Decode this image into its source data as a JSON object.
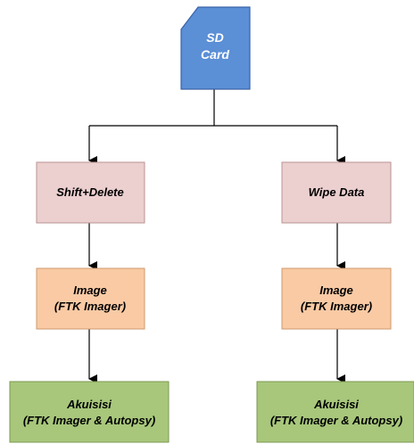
{
  "colors": {
    "sd_fill": "#5b8fd6",
    "sd_stroke": "#3a63a8",
    "process_fill": "#eccfcf",
    "process_stroke": "#b89393",
    "image_fill": "#f9caa4",
    "image_stroke": "#cf9a6c",
    "acq_fill": "#a8c77b",
    "acq_stroke": "#7d9a52",
    "connector": "#000000"
  },
  "nodes": {
    "sd_card": {
      "line1": "SD",
      "line2": "Card"
    },
    "left_process": {
      "label": "Shift+Delete"
    },
    "right_process": {
      "label": "Wipe Data"
    },
    "left_image": {
      "line1": "Image",
      "line2": "(FTK Imager)"
    },
    "right_image": {
      "line1": "Image",
      "line2": "(FTK Imager)"
    },
    "left_acquisition": {
      "line1": "Akuisisi",
      "line2": "(FTK Imager & Autopsy)"
    },
    "right_acquisition": {
      "line1": "Akuisisi",
      "line2": "(FTK Imager & Autopsy)"
    }
  },
  "edges": [
    {
      "from": "sd_card",
      "to": "left_process"
    },
    {
      "from": "sd_card",
      "to": "right_process"
    },
    {
      "from": "left_process",
      "to": "left_image"
    },
    {
      "from": "right_process",
      "to": "right_image"
    },
    {
      "from": "left_image",
      "to": "left_acquisition"
    },
    {
      "from": "right_image",
      "to": "right_acquisition"
    }
  ]
}
